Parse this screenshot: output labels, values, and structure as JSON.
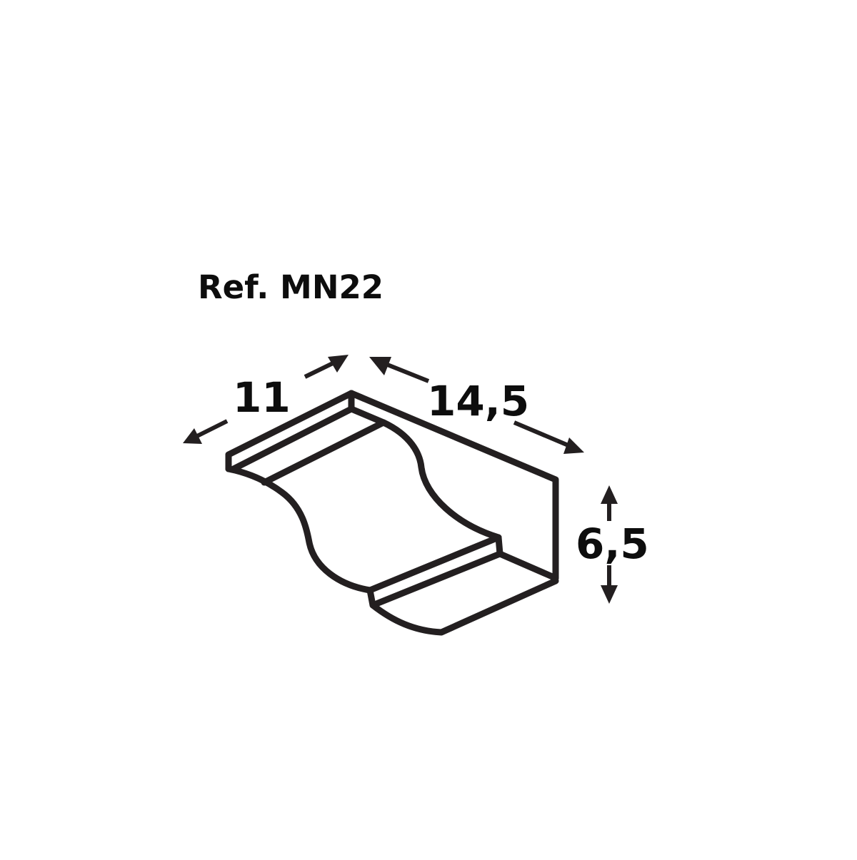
{
  "diagram": {
    "reference": "Ref. MN22",
    "dimensions": {
      "width": "11",
      "length": "14,5",
      "height": "6,5"
    },
    "subject": "cornice-molding-profile",
    "colors": {
      "line": "#231f20",
      "text": "#0d0d0d",
      "background": "#ffffff"
    }
  }
}
